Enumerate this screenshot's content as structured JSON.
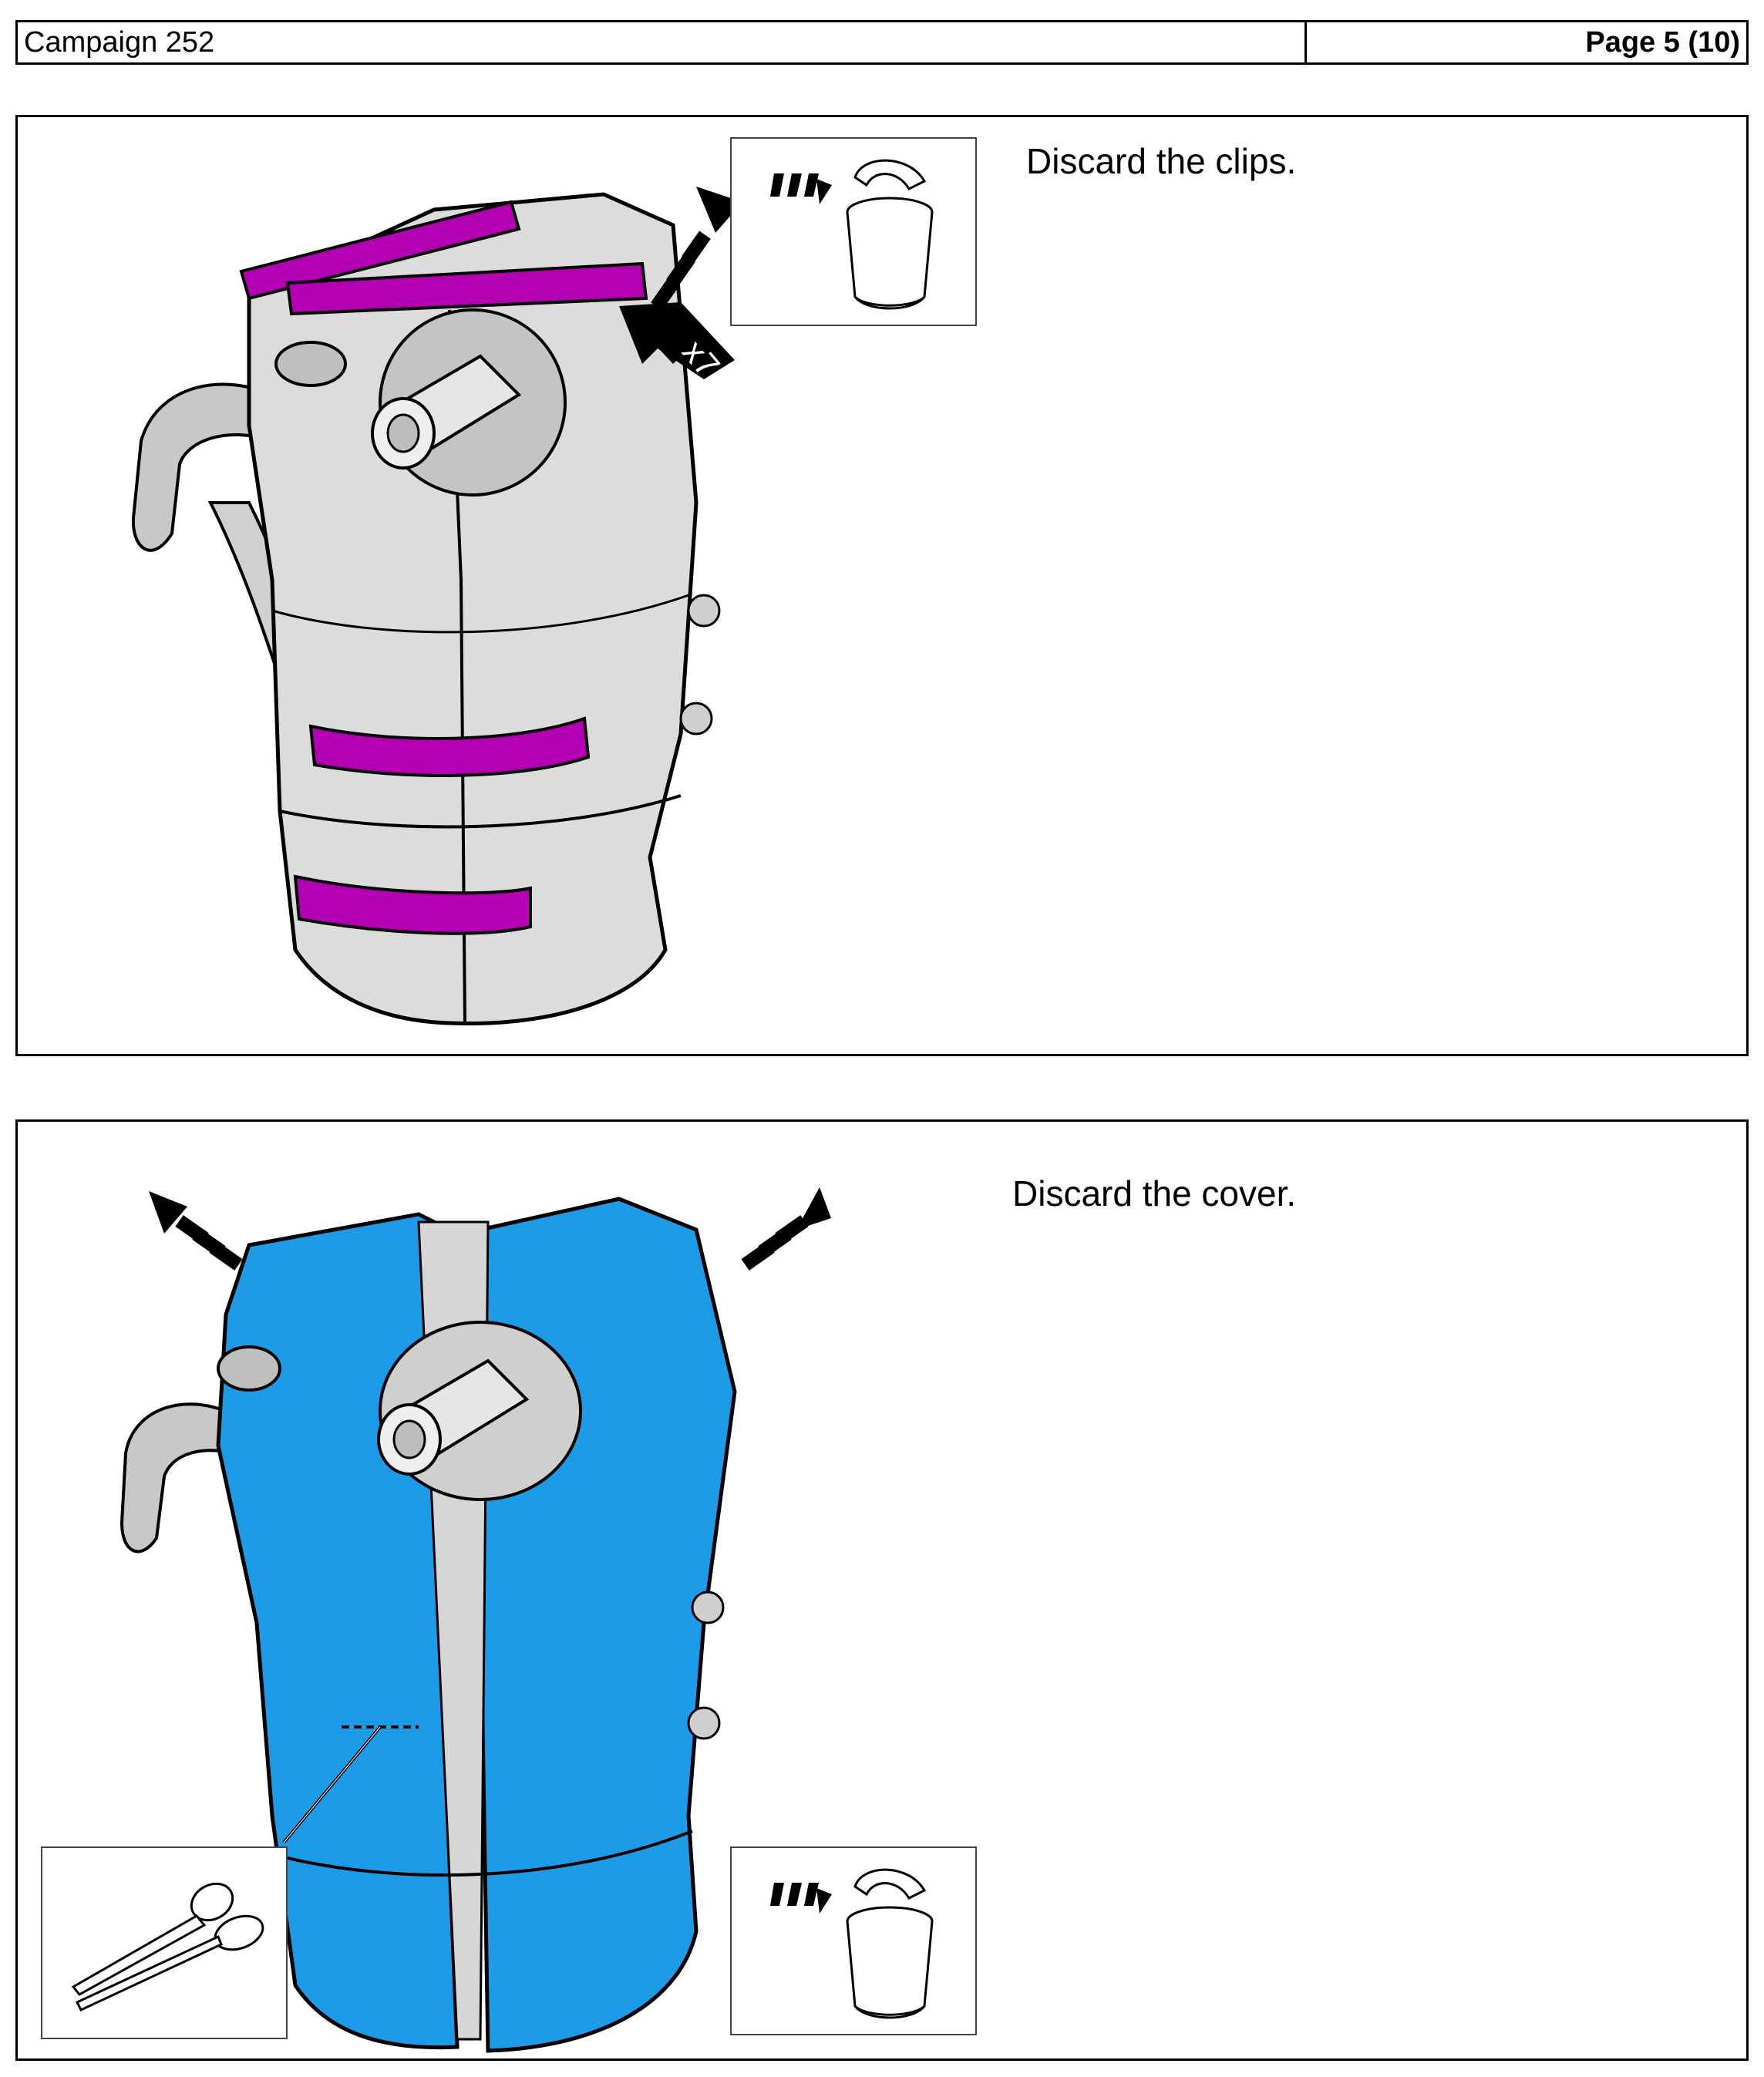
{
  "header": {
    "campaign": "Campaign 252",
    "page": "Page 5 (10)"
  },
  "steps": [
    {
      "instruction": "Discard the clips.",
      "callout": "x7",
      "icons": [
        "trash-bin-icon",
        "discard-arrow-icon"
      ],
      "highlight_color": "#b300b3"
    },
    {
      "instruction": "Discard the cover.",
      "icons": [
        "trash-bin-icon",
        "discard-arrow-icon",
        "scissors-icon"
      ],
      "highlight_color": "#1e9be6"
    }
  ]
}
